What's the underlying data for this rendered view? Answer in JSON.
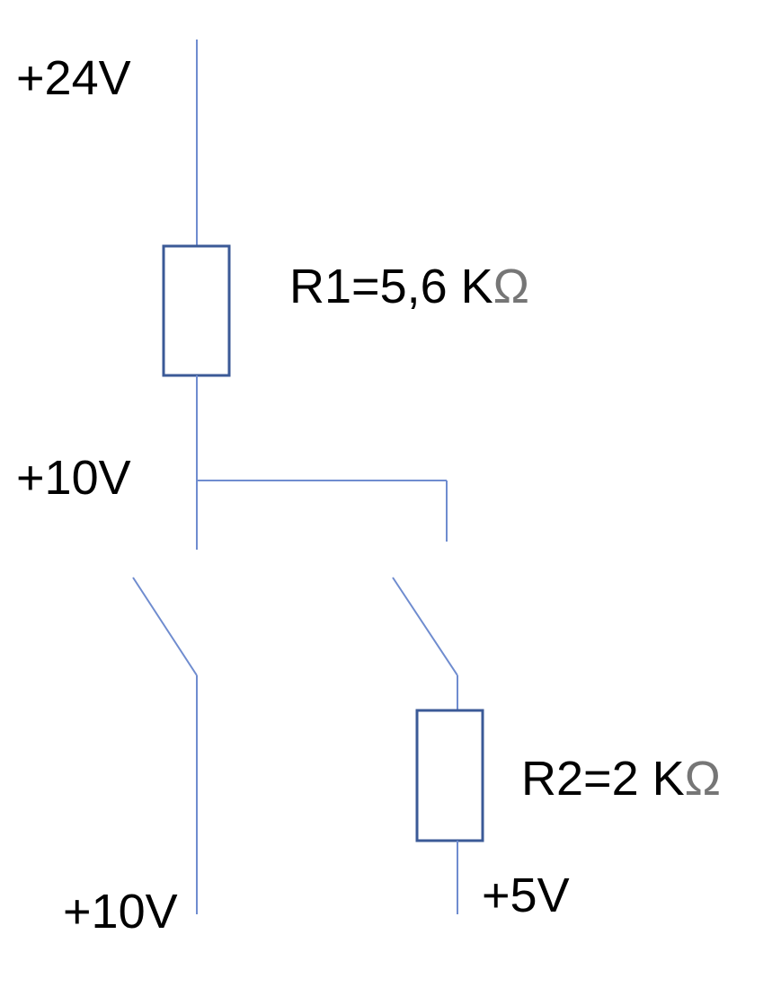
{
  "colors": {
    "wire": "#6f8ccf",
    "resistor_outline": "#3b5a97",
    "text": "#000000",
    "unit_symbol": "#767676"
  },
  "labels": {
    "supply_24v": "+24V",
    "node_10v": "+10V",
    "output_left_10v": "+10V",
    "output_right_5v": "+5V"
  },
  "resistors": {
    "r1": {
      "name_value": "R1=5,6 K",
      "unit": "Ω"
    },
    "r2": {
      "name_value": "R2=2 K",
      "unit": "Ω"
    }
  },
  "switches": {
    "left": {
      "state": "open"
    },
    "right": {
      "state": "open"
    }
  }
}
